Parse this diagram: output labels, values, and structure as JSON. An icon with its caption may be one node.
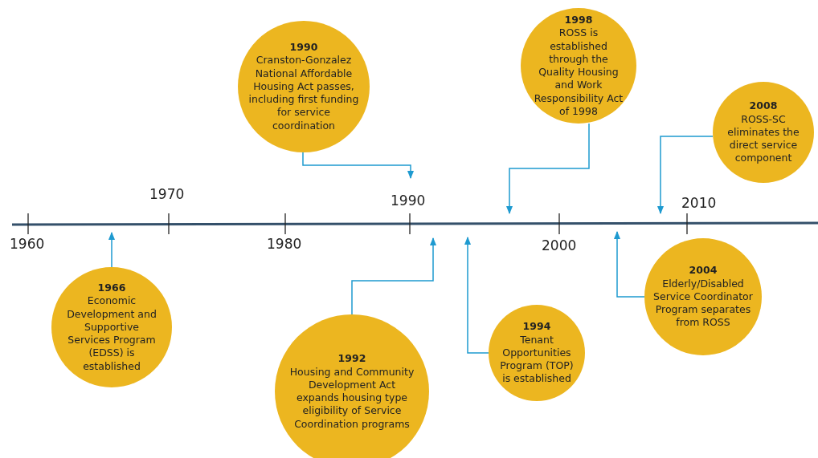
{
  "diagram": {
    "nodes": [
      {
        "text": [
          "1966",
          "Economic Development and Supportive Services Program (EDSS) is established"
        ]
      },
      {
        "text": [
          "1990",
          "Cranston-Gonzalez National Affordable Housing Act passes, including first funding  for service coordination"
        ]
      },
      {
        "text": [
          "1992",
          "Housing and Community Development Act expands housing type eligibility of Service Coordination programs"
        ]
      },
      {
        "text": [
          "1994",
          "Tenant Opportunities Program (TOP) is established"
        ]
      },
      {
        "text": [
          "1998",
          "ROSS is established through the Quality Housing and Work Responsibility Act of 1998"
        ]
      },
      {
        "text": [
          "2004",
          "Elderly/Disabled Service Coordinator Program separates from ROSS"
        ]
      },
      {
        "text": [
          "2008",
          "ROSS-SC eliminates the direct service component"
        ]
      }
    ],
    "edges": [
      {
        "from": 0,
        "to": null,
        "arrow": "to"
      },
      {
        "from": 1,
        "to": null,
        "arrow": "to"
      },
      {
        "from": 2,
        "to": null,
        "arrow": "to"
      },
      {
        "from": 3,
        "to": null,
        "arrow": "to"
      },
      {
        "from": 4,
        "to": null,
        "arrow": "to"
      },
      {
        "from": 5,
        "to": null,
        "arrow": "to"
      },
      {
        "from": 6,
        "to": null,
        "arrow": "to"
      }
    ],
    "labels": [
      "1960",
      "1970",
      "1980",
      "1990",
      "2000",
      "2010"
    ]
  }
}
